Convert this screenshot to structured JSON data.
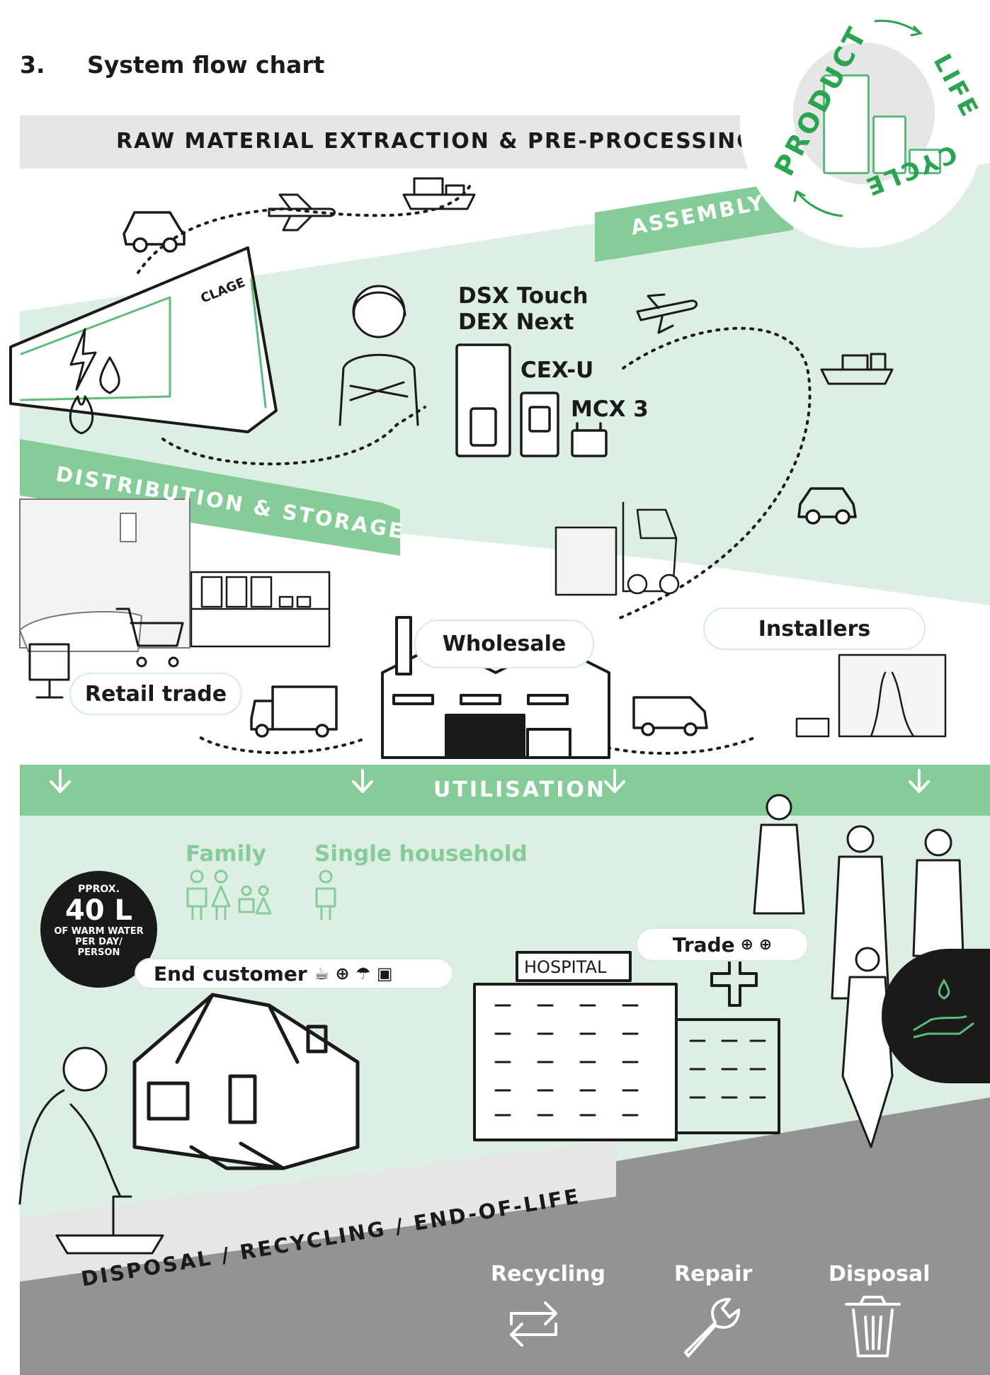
{
  "section": {
    "number": "3.",
    "title": "System flow chart"
  },
  "cycle_badge": {
    "word1": "PRODUCT",
    "word2": "LIFE",
    "word3": "CYCLE"
  },
  "stages": {
    "raw": "RAW MATERIAL EXTRACTION & PRE-PROCESSING",
    "assembly": "ASSEMBLY",
    "distribution": "DISTRIBUTION & STORAGE",
    "utilisation": "UTILISATION",
    "disposal": "DISPOSAL / RECYCLING / END-OF-LIFE"
  },
  "factory_brand": "CLAGE",
  "products": {
    "line1": "DSX Touch",
    "line2": "DEX Next",
    "cex": "CEX-U",
    "mcx": "MCX 3"
  },
  "distribution": {
    "wholesale": "Wholesale",
    "installers": "Installers",
    "retail": "Retail trade"
  },
  "utilisation": {
    "family": "Family",
    "single": "Single household",
    "water_badge": {
      "line1": "PPROX.",
      "amount": "40 L",
      "line2": "OF WARM WATER",
      "line3": "PER DAY/",
      "line4": "PERSON"
    },
    "end_customer": "End customer",
    "trade": "Trade",
    "hospital_sign": "HOSPITAL"
  },
  "end_of_life": {
    "recycling": "Recycling",
    "repair": "Repair",
    "disposal": "Disposal"
  },
  "colors": {
    "green": "#85cc99",
    "light_green": "#dcefe2",
    "dark": "#1a1a1a",
    "grey": "#939393",
    "light_grey": "#e6e6e6"
  },
  "icons": [
    "car-icon",
    "airplane-icon",
    "ship-icon",
    "truck-icon",
    "van-icon",
    "forklift-icon",
    "shopping-cart-icon",
    "recycle-arrows-icon",
    "wrench-icon",
    "trash-can-icon",
    "water-hand-icon",
    "down-arrow-icon",
    "person-icon",
    "lightning-icon",
    "water-drop-icon",
    "flame-icon"
  ]
}
